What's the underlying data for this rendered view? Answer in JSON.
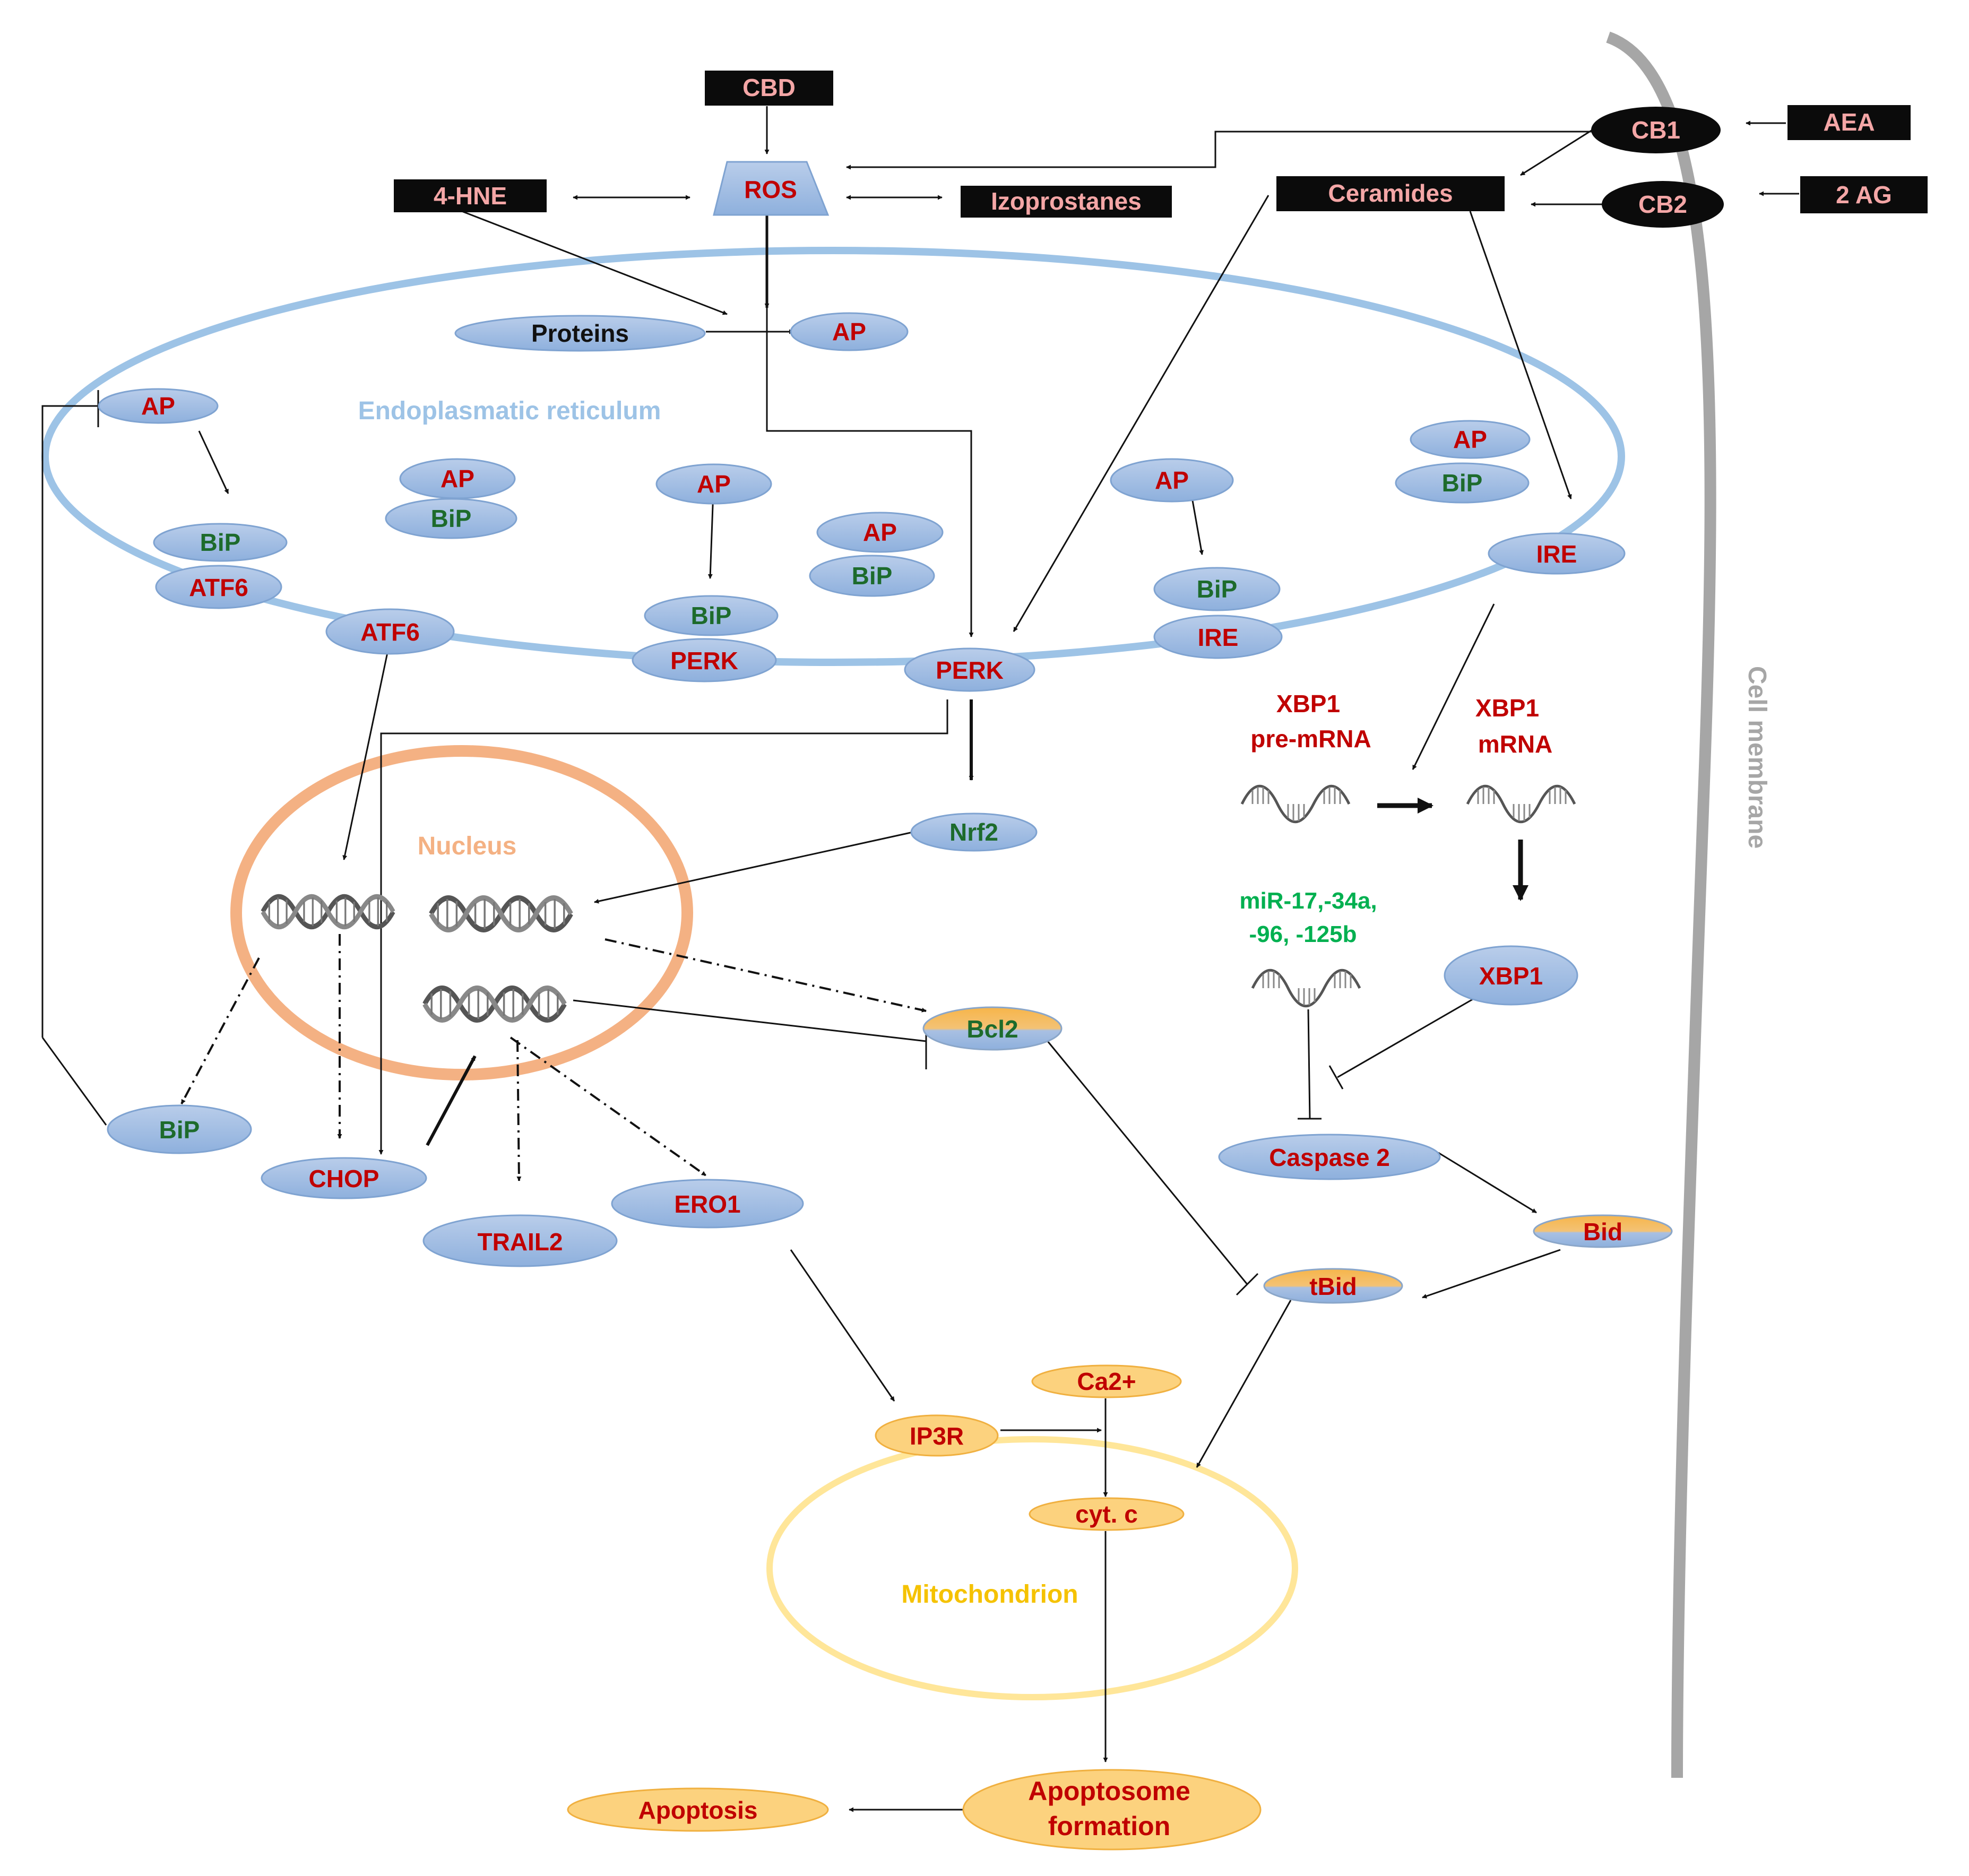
{
  "compartments": {
    "er": "Endoplasmatic reticulum",
    "nucleus": "Nucleus",
    "mitochondrion": "Mitochondrion",
    "cell_membrane": "Cell membrane"
  },
  "colors": {
    "er_outline": "#9dc3e6",
    "nucleus_outline": "#f4b183",
    "mitochondrion_outline": "#ffe699",
    "membrane": "#a6a6a6",
    "protein_red": "#c00000",
    "protein_green": "#1d6b2c",
    "stimulus_box": "#0b0b0b",
    "stimulus_text": "#f4a6a6",
    "mirna_text": "#00b050"
  },
  "stimuli": {
    "cbd": "CBD",
    "ros": "ROS",
    "hne": "4-HNE",
    "izoprostanes": "Izoprostanes",
    "ceramides": "Ceramides",
    "aea": "AEA",
    "ag2": "2 AG",
    "cb1": "CB1",
    "cb2": "CB2"
  },
  "nodes": {
    "proteins": "Proteins",
    "ap": "AP",
    "bip": "BiP",
    "atf6": "ATF6",
    "perk": "PERK",
    "ire": "IRE",
    "nrf2": "Nrf2",
    "chop": "CHOP",
    "trail2": "TRAIL2",
    "ero1": "ERO1",
    "bcl2": "Bcl2",
    "xbp1_pre_line1": "XBP1",
    "xbp1_pre_line2": "pre-mRNA",
    "xbp1_mrna_line1": "XBP1",
    "xbp1_mrna_line2": "mRNA",
    "xbp1": "XBP1",
    "mirna_line1": "miR-17,-34a,",
    "mirna_line2": "-96, -125b",
    "caspase2": "Caspase 2",
    "bid": "Bid",
    "tbid": "tBid",
    "ca2": "Ca2+",
    "ip3r": "IP3R",
    "cytc": "cyt. c",
    "apoptosome_line1": "Apoptosome",
    "apoptosome_line2": "formation",
    "apoptosis": "Apoptosis"
  }
}
